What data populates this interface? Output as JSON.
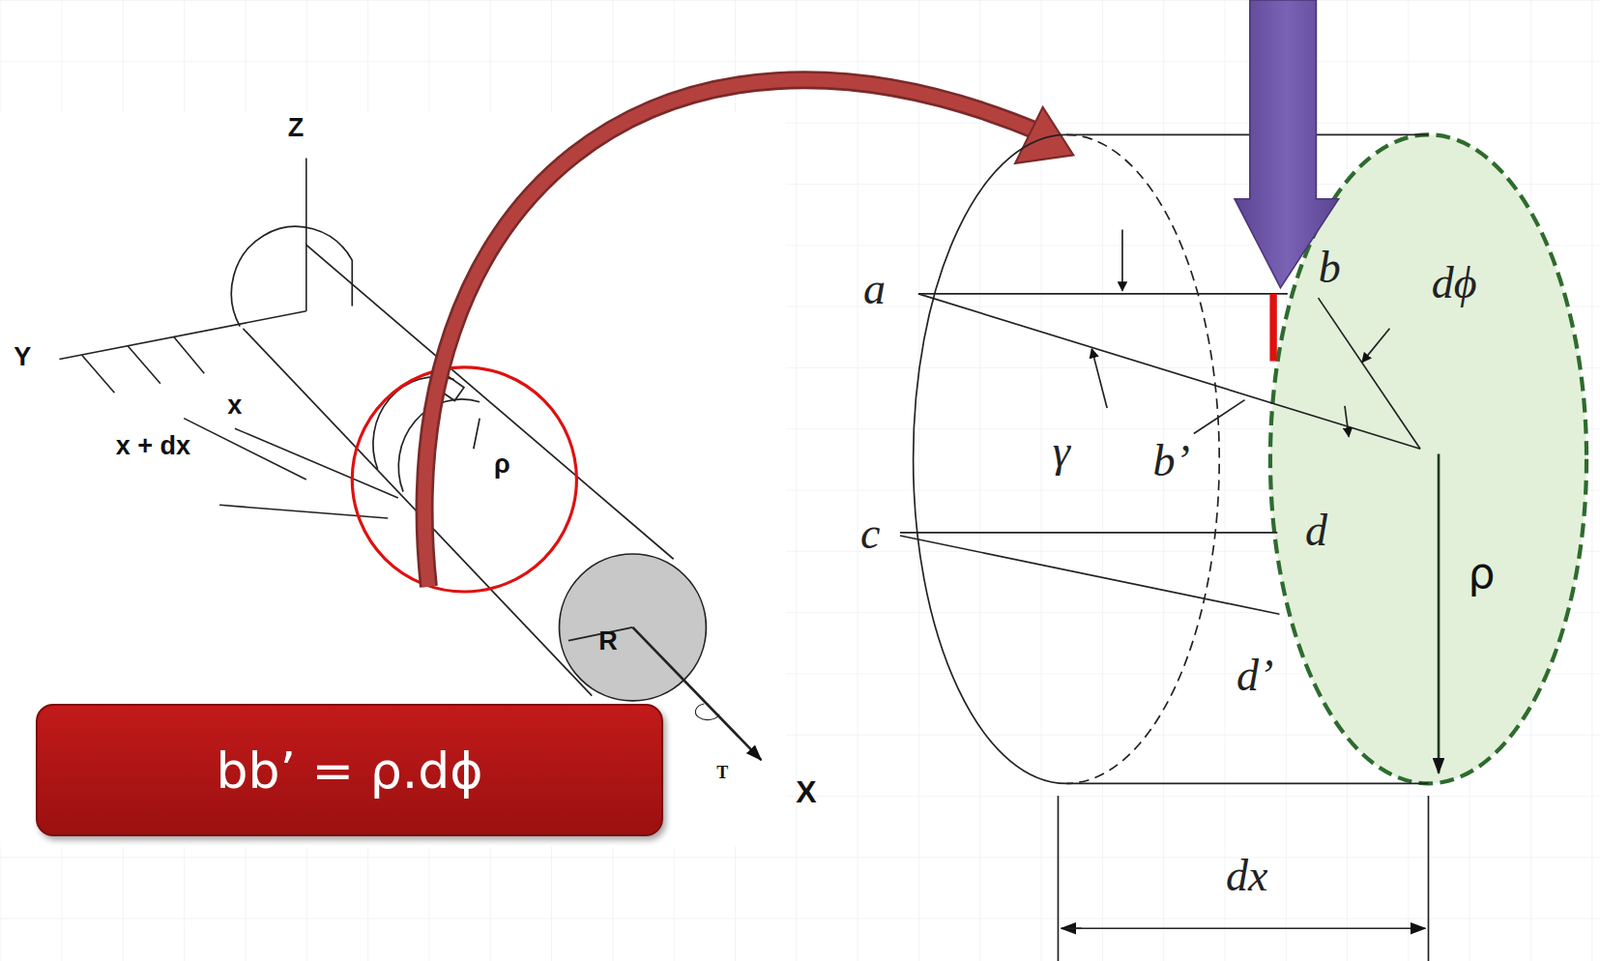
{
  "diagram": {
    "nodes": [
      {
        "text": [
          "bb’ = ρ.dϕ"
        ]
      }
    ],
    "labels": [
      "Z",
      "Y",
      "x",
      "x + dx",
      "ρ",
      "R",
      "T",
      "X",
      "a",
      "b",
      "dϕ",
      "γ",
      "b’",
      "d",
      "c",
      "ρ",
      "d’",
      "dx"
    ]
  }
}
